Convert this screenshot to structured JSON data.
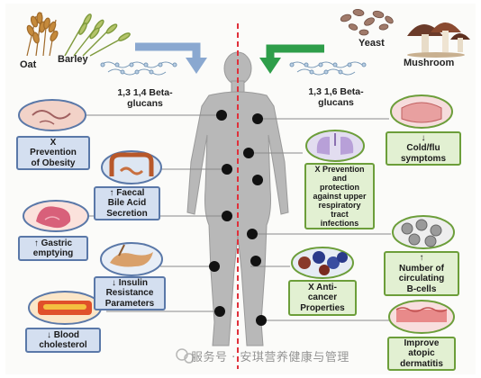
{
  "sources": {
    "oat": "Oat",
    "barley": "Barley",
    "yeast": "Yeast",
    "mushroom": "Mushroom"
  },
  "glucans": {
    "left_line1": "1,3 1,4 Beta-",
    "left_line2": "glucans",
    "right_line1": "1,3 1,6 Beta-",
    "right_line2": "glucans"
  },
  "effects_left": {
    "obesity": [
      "X",
      "Prevention",
      "of Obesity"
    ],
    "bile": [
      "↑ Faecal",
      "Bile Acid",
      "Secretion"
    ],
    "gastric": [
      "↑ Gastric",
      "emptying"
    ],
    "insulin": [
      "↓ Insulin",
      "Resistance",
      "Parameters"
    ],
    "cholesterol": [
      "↓ Blood",
      "cholesterol"
    ]
  },
  "effects_right": {
    "cold": [
      "↓",
      "Cold/flu",
      "symptoms"
    ],
    "respiratory": [
      "X Prevention",
      "and",
      "protection",
      "against upper",
      "respiratory",
      "tract",
      "infections"
    ],
    "cancer": [
      "X Anti-",
      "cancer",
      "Properties"
    ],
    "bcells": [
      "↑",
      "Number of",
      "circulating",
      "B-cells"
    ],
    "dermatitis": [
      "Improve",
      "atopic",
      "dermatitis"
    ]
  },
  "watermark": "服务号 · 安琪营养健康与管理",
  "colors": {
    "blue_box_fill": "#d4dff0",
    "blue_box_border": "#5a78a8",
    "green_box_fill": "#e2f0d2",
    "green_box_border": "#6c9e3a",
    "midline": "#e0303a",
    "body": "#b8b8b8",
    "left_arrow": "#8aa8d0",
    "right_arrow": "#2e9e4a"
  }
}
